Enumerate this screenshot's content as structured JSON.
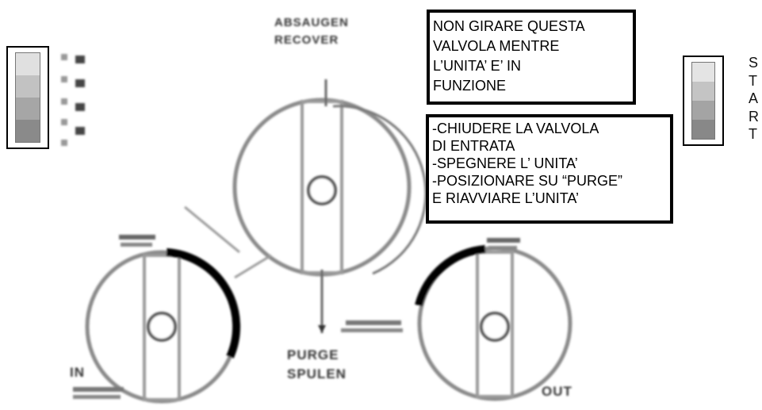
{
  "warning_box": {
    "text": "NON GIRARE QUESTA\nVALVOLA MENTRE\nL’UNITA’ E’ IN\nFUNZIONE"
  },
  "steps_box": {
    "text": "-CHIUDERE LA VALVOLA\n  DI ENTRATA\n-SPEGNERE L’ UNITA’\n-POSIZIONARE SU “PURGE”\nE RIAVVIARE L’UNITA’"
  },
  "start_indicator": {
    "letters": "S\nT\nA\nR\nT",
    "level_colors": [
      "#e4e4e4",
      "#c4c4c4",
      "#a4a4a4",
      "#888888"
    ]
  },
  "power_indicator": {
    "level_colors": [
      "#e0e0e0",
      "#c2c2c2",
      "#a6a6a6",
      "#8a8a8a"
    ]
  },
  "valve_labels": {
    "top_upper": "ABSAUGEN",
    "top_lower": "RECOVER",
    "bottom_upper": "PURGE",
    "bottom_lower": "SPULEN",
    "in_label": "IN",
    "out_label": "OUT"
  },
  "colors": {
    "box_border": "#000000",
    "dial_stroke": "#8a8a8a",
    "arc": "#000000"
  }
}
